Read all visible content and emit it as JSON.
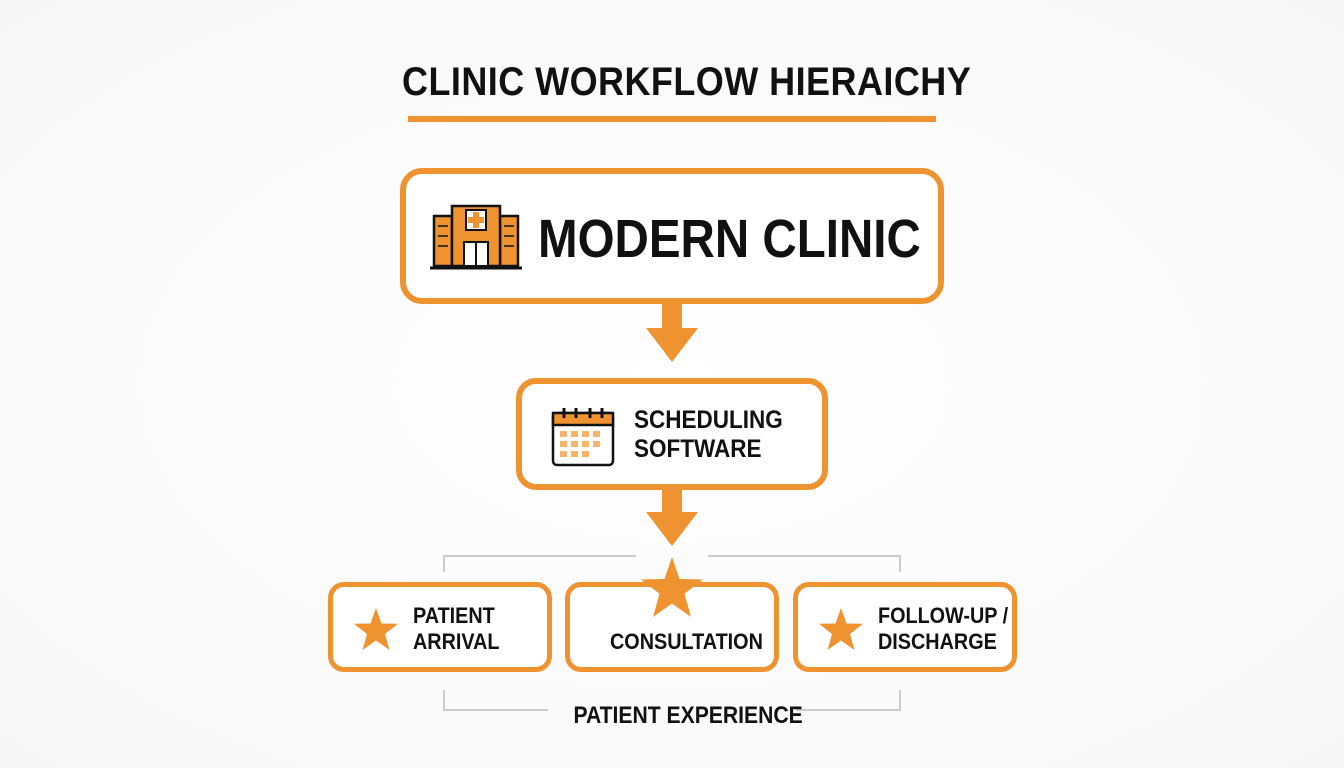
{
  "diagram": {
    "title": "CLINIC WORKFLOW HIERAICHY",
    "top_node": {
      "label": "MODERN CLINIC",
      "icon": "hospital-building-icon"
    },
    "middle_node": {
      "label_line1": "SCHEDULING",
      "label_line2": "SOFTWARE",
      "icon": "calendar-icon"
    },
    "leaf_nodes": [
      {
        "label_line1": "PATIENT",
        "label_line2": "ARRIVAL",
        "icon": "star-icon"
      },
      {
        "label_line1": "CONSULTATION",
        "icon": "star-icon"
      },
      {
        "label_line1": "FOLLOW-UP /",
        "label_line2": "DISCHARGE",
        "icon": "star-icon"
      }
    ],
    "group_label": "PATIENT EXPERIENCE"
  },
  "colors": {
    "accent": "#ee9330",
    "accent_light": "#f5b46a",
    "text": "#111111",
    "bracket": "#cccccc"
  }
}
